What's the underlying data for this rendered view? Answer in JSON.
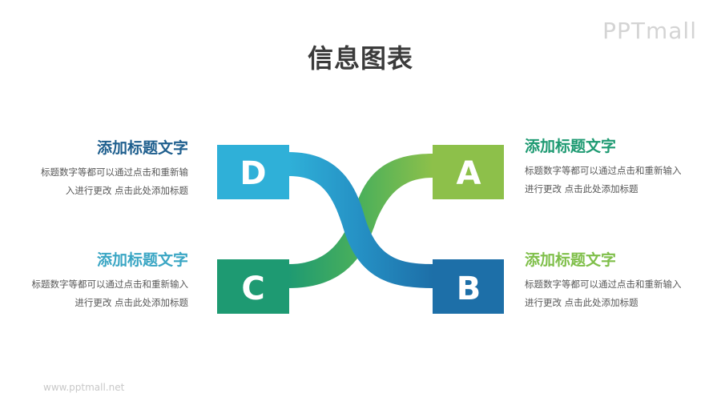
{
  "title": "信息图表",
  "logo": "PPTmall",
  "footer": "www.pptmall.net",
  "colors": {
    "A": "#8dc04a",
    "B": "#1d6fa8",
    "C": "#1e9a72",
    "D": "#2fb0d8",
    "heading_D": "#1f5f8e",
    "heading_C": "#3aa6c4",
    "heading_A": "#1e9a72",
    "heading_B": "#7fbf4a"
  },
  "nodes": [
    {
      "id": "D",
      "label": "D"
    },
    {
      "id": "A",
      "label": "A"
    },
    {
      "id": "C",
      "label": "C"
    },
    {
      "id": "B",
      "label": "B"
    }
  ],
  "blocks": {
    "D": {
      "heading": "添加标题文字",
      "line1": "标题数字等都可以通过点击和重新输",
      "line2": "入进行更改 点击此处添加标题"
    },
    "C": {
      "heading": "添加标题文字",
      "line1": "标题数字等都可以通过点击和重新输入",
      "line2": "进行更改 点击此处添加标题"
    },
    "A": {
      "heading": "添加标题文字",
      "line1": "标题数字等都可以通过点击和重新输入",
      "line2": "进行更改 点击此处添加标题"
    },
    "B": {
      "heading": "添加标题文字",
      "line1": "标题数字等都可以通过点击和重新输入",
      "line2": "进行更改 点击此处添加标题"
    }
  }
}
